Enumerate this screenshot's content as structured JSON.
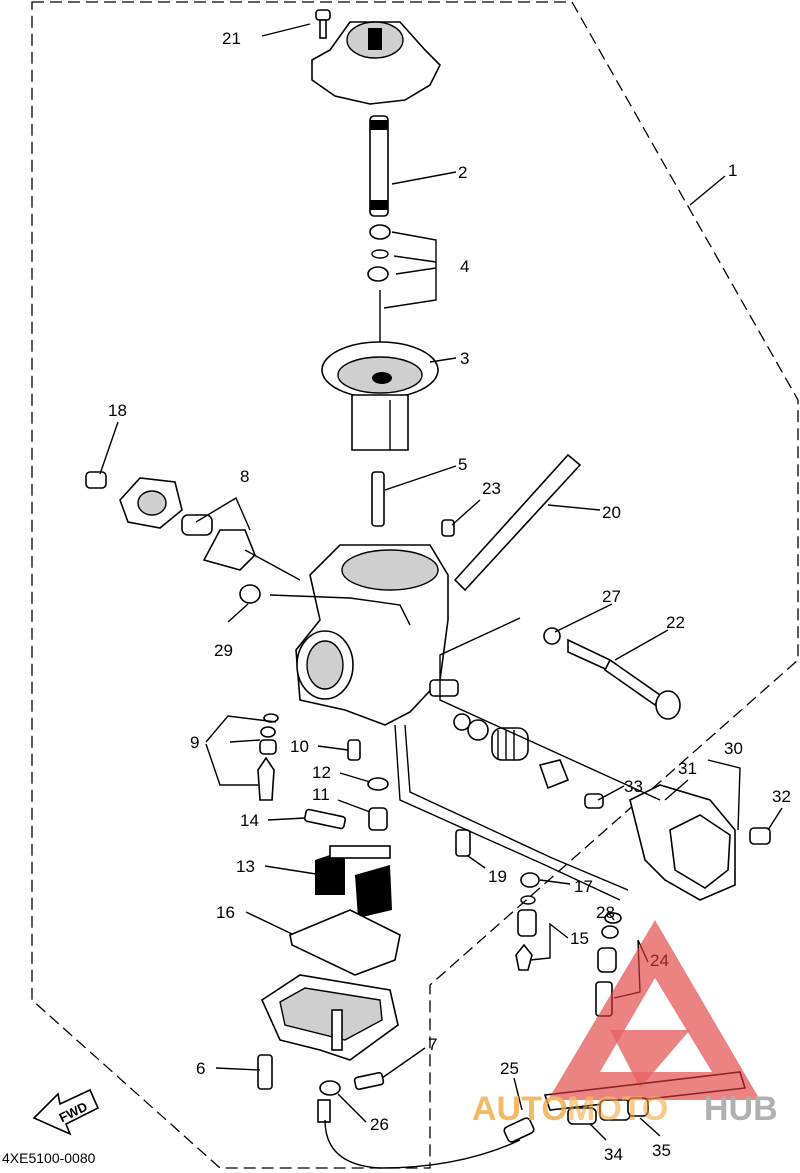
{
  "diagram": {
    "part_code": "4XE5100-0080",
    "fwd_label": "FWD",
    "callouts": [
      "1",
      "2",
      "3",
      "4",
      "5",
      "6",
      "7",
      "8",
      "9",
      "10",
      "11",
      "12",
      "13",
      "14",
      "15",
      "16",
      "17",
      "18",
      "19",
      "20",
      "21",
      "22",
      "23",
      "24",
      "25",
      "26",
      "27",
      "28",
      "29",
      "30",
      "31",
      "32",
      "33",
      "34",
      "35"
    ]
  },
  "watermark": {
    "text_a": "AUTO",
    "text_b": "MOTO",
    "text_c": "HUB",
    "colors": {
      "orange": "#f2a63a",
      "red": "#e03a3a",
      "gray": "#9a9a9a"
    }
  }
}
